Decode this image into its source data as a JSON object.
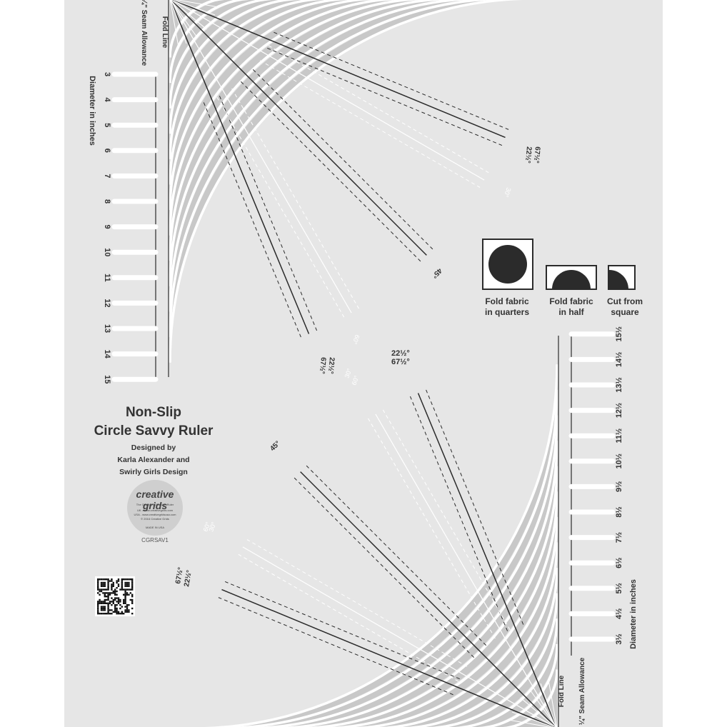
{
  "top_half": {
    "fold_line_label": "Fold Line",
    "seam_allowance_label": "¼\" Seam Allowance",
    "diameter_label": "Diameter in inches",
    "diameters": [
      "3",
      "4",
      "5",
      "6",
      "7",
      "8",
      "9",
      "10",
      "11",
      "12",
      "13",
      "14",
      "15"
    ],
    "angle_labels": [
      "22½°",
      "67½°",
      "30°",
      "60°",
      "45°"
    ]
  },
  "bottom_half": {
    "fold_line_label": "Fold Line",
    "seam_allowance_label": "¼\" Seam Allowance",
    "diameter_label": "Diameter in inches",
    "diameters": [
      "3½",
      "4½",
      "5½",
      "6½",
      "7½",
      "8½",
      "9½",
      "10½",
      "11½",
      "12½",
      "13½",
      "14½",
      "15½"
    ],
    "angle_labels": [
      "22½°",
      "67½°",
      "30°",
      "60°",
      "45°"
    ]
  },
  "title": {
    "line1": "Non-Slip",
    "line2": "Circle Savvy Ruler",
    "designed_by": "Designed by",
    "designer1": "Karla Alexander and",
    "designer2": "Swirly Girls Design"
  },
  "icons": {
    "quarters_label_1": "Fold fabric",
    "quarters_label_2": "in quarters",
    "half_label_1": "Fold fabric",
    "half_label_2": "in half",
    "square_label_1": "Cut from",
    "square_label_2": "square"
  },
  "logo": {
    "brand": "creative grids",
    "tagline": "The Original NON-SLIP Ruler",
    "uk_url": "UK - www.creativegrids.com",
    "usa_url": "USA - www.creativegridsusa.com",
    "copyright": "© 2016 Creative Grids",
    "made_in": "MADE IN USA"
  },
  "product_code": "CGRSAV1",
  "colors": {
    "ruler_bg": "#e6e6e6",
    "band_gray": "#c8c8c8",
    "line_dark": "#2b2b2b",
    "text_dark": "#333333"
  }
}
